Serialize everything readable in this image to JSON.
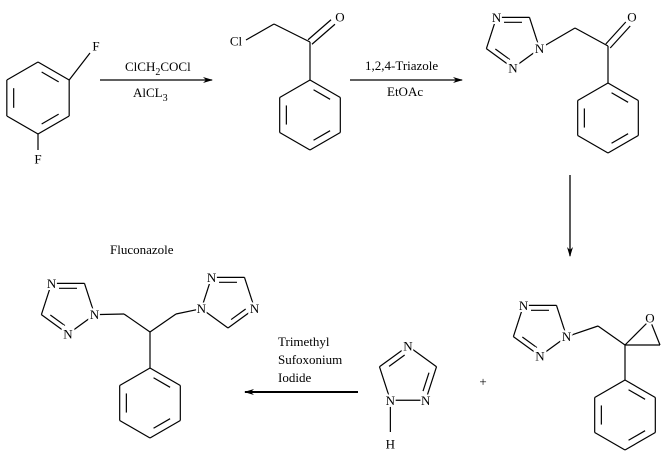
{
  "step1": {
    "reagent_top": "ClCH2COCl",
    "reagent_top_parts": [
      "ClCH",
      "2",
      "COCl"
    ],
    "reagent_bottom_parts": [
      "AlCL",
      "3"
    ]
  },
  "step2": {
    "reagent_top": "1,2,4-Triazole",
    "reagent_bottom": "EtOAc"
  },
  "step4": {
    "reagent_lines": [
      "Trimethyl",
      "Sufoxonium",
      "Iodide"
    ]
  },
  "plus_sign": "+",
  "product_name": "Fluconazole",
  "atoms": {
    "difluorobenzene": [
      "F",
      "F"
    ],
    "chloroacetophenone": [
      "Cl",
      "O"
    ],
    "triazolyl_acetophenone": [
      "O",
      "N",
      "N",
      "N"
    ],
    "epoxide": [
      "O",
      "N",
      "N",
      "N"
    ],
    "triazole": [
      "N",
      "N",
      "N",
      "H"
    ],
    "fluconazole": [
      "N",
      "N",
      "N",
      "N",
      "N",
      "N"
    ]
  },
  "colors": {
    "ink": "#000000",
    "background": "#ffffff"
  }
}
